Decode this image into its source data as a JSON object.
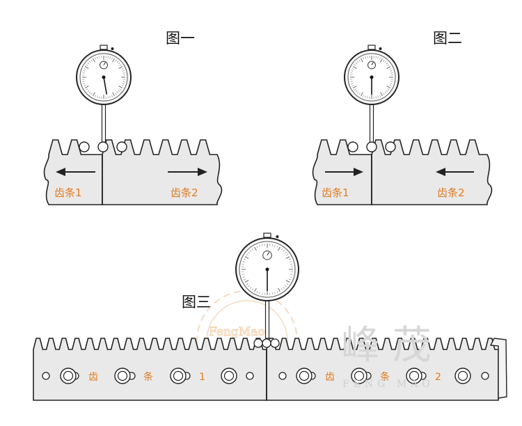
{
  "titles": {
    "fig1": "图一",
    "fig2": "图二",
    "fig3": "图三"
  },
  "racks": {
    "fig1_left": "齿条1",
    "fig1_right": "齿条2",
    "fig2_left": "齿条1",
    "fig2_right": "齿条2"
  },
  "fig3_labels": {
    "left": [
      "齿",
      "条",
      "1"
    ],
    "right": [
      "齿",
      "条",
      "2"
    ]
  },
  "watermark": {
    "brand_cn": "峰 茂",
    "brand_en": "FENG    MAO",
    "seal_text": "FengMao"
  },
  "colors": {
    "accent": "#e07b1f",
    "rack_fill": "#e9e9e9",
    "outline": "#222222"
  }
}
